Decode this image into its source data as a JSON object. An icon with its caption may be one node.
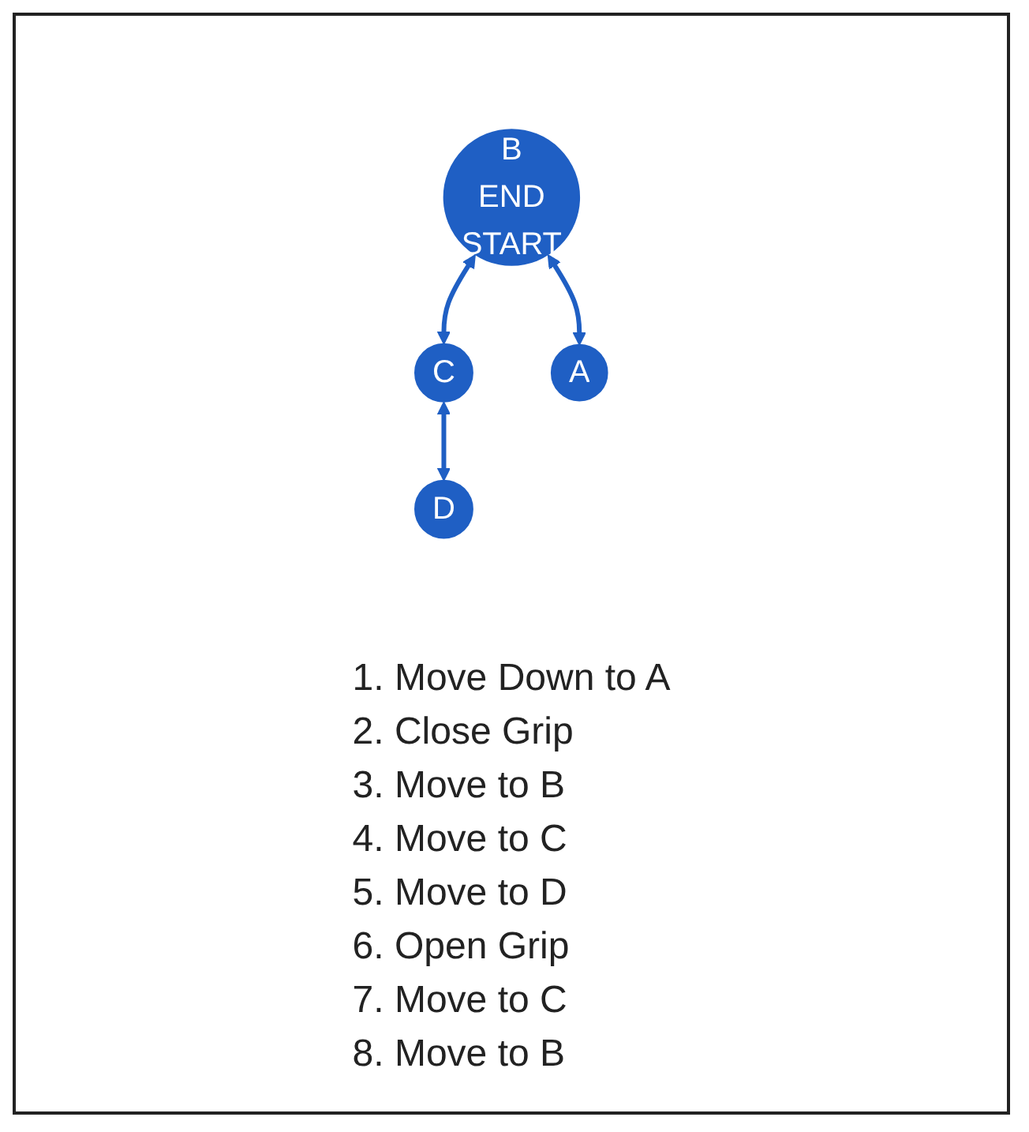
{
  "diagram": {
    "nodes": [
      {
        "text": [
          "B",
          "END",
          "START"
        ]
      },
      {
        "text": [
          "C"
        ]
      },
      {
        "text": [
          "A"
        ]
      },
      {
        "text": [
          "D"
        ]
      }
    ],
    "edges": [
      {
        "from": 0,
        "to": 1,
        "arrow": "both"
      },
      {
        "from": 0,
        "to": 2,
        "arrow": "both"
      },
      {
        "from": 1,
        "to": 3,
        "arrow": "both"
      }
    ],
    "labels": [
      "1. Move Down to A",
      "2. Close Grip",
      "3. Move to B",
      "4. Move to C",
      "5. Move to D",
      "6. Open Grip",
      "7. Move to C",
      "8. Move to B"
    ]
  }
}
